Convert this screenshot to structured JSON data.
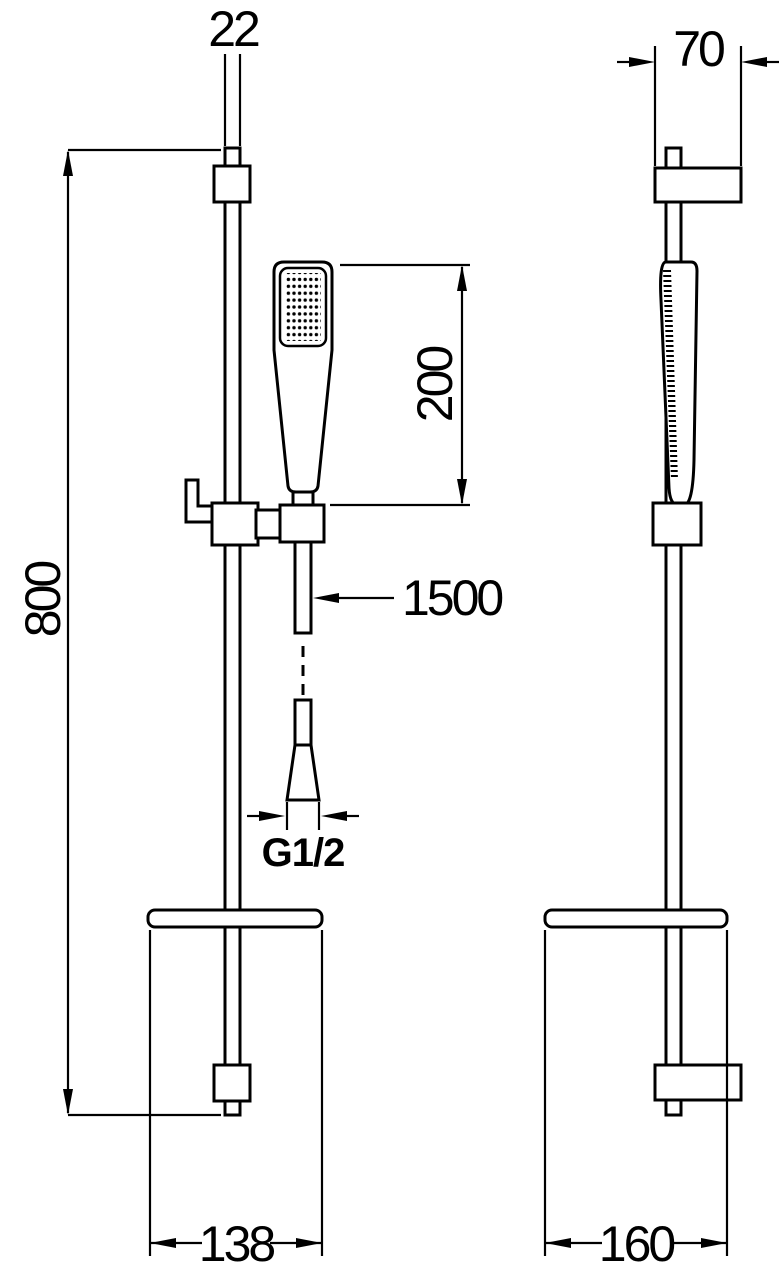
{
  "drawing": {
    "colors": {
      "line": "#000000",
      "background": "#ffffff"
    },
    "dims": {
      "rail_diameter": "22",
      "bracket_depth": "70",
      "handshower_length": "200",
      "rail_height": "800",
      "hose_length": "1500",
      "connector_thread": "G1/2",
      "base_width_front": "138",
      "base_width_side": "160"
    }
  }
}
